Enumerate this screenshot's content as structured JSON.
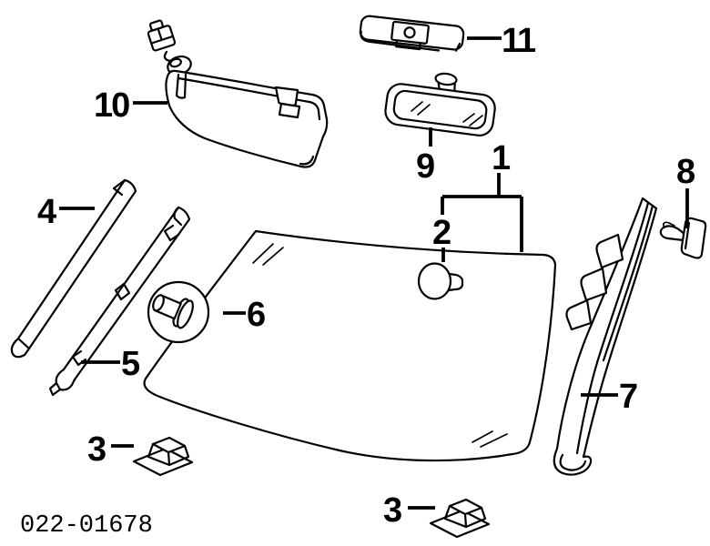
{
  "diagram": {
    "figure_code": "022-01678",
    "callouts": {
      "c1": "1",
      "c2": "2",
      "c3_left": "3",
      "c3_bottom": "3",
      "c4": "4",
      "c5": "5",
      "c6": "6",
      "c7": "7",
      "c8": "8",
      "c9": "9",
      "c10": "10",
      "c11": "11"
    },
    "colors": {
      "background": "#ffffff",
      "line": "#000000"
    }
  }
}
